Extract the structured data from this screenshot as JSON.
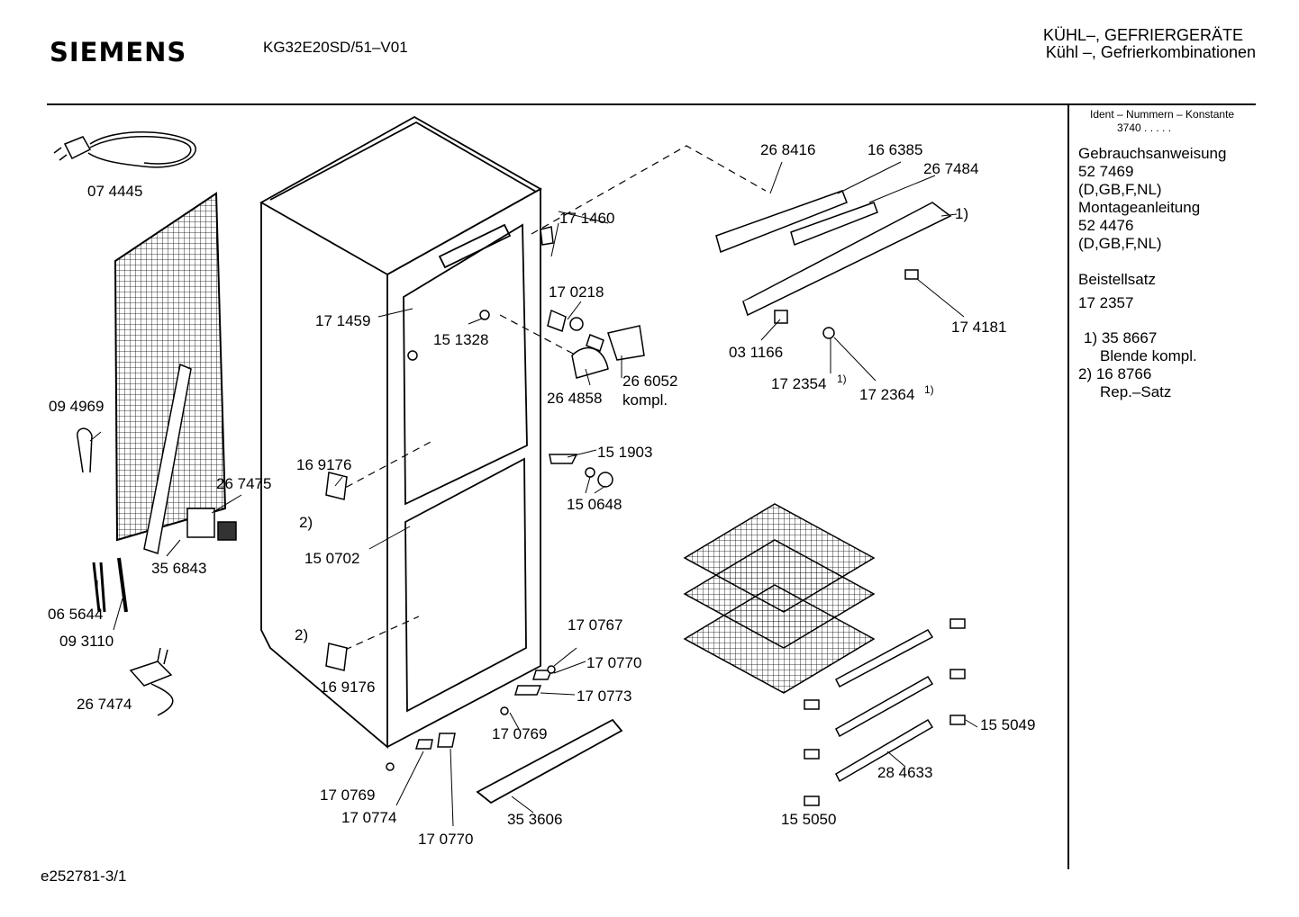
{
  "header": {
    "brand": "SIEMENS",
    "model": "KG32E20SD/51–V01",
    "title_line1": "KÜHL–, GEFRIERGERÄTE",
    "title_line2": "Kühl –, Gefrierkombinationen"
  },
  "sidebar": {
    "ident_header": "Ident – Nummern – Konstante",
    "konstante": "3740 . . . . .",
    "manual_label": "Gebrauchsanweisung",
    "manual_number": "52 7469",
    "manual_langs": "(D,GB,F,NL)",
    "install_label": "Montageanleitung",
    "install_number": "52 4476",
    "install_langs": "(D,GB,F,NL)",
    "kit_label": "Beistellsatz",
    "kit_number": "17 2357",
    "note1_num": "1) 35 8667",
    "note1_text": "Blende kompl.",
    "note2_num": "2) 16 8766",
    "note2_text": "Rep.–Satz"
  },
  "parts": {
    "p074445": "07 4445",
    "p094969": "09 4969",
    "p267475": "26 7475",
    "p356843": "35 6843",
    "p065644": "06 5644",
    "p093110": "09 3110",
    "p267474": "26 7474",
    "p169176a": "16 9176",
    "p169176b": "16 9176",
    "p150702": "15 0702",
    "p171459": "17 1459",
    "p151328": "15 1328",
    "p171460": "17 1460",
    "p170218": "17 0218",
    "p264858": "26 4858",
    "p266052": "26 6052",
    "kompl": "kompl.",
    "p151903": "15 1903",
    "p150648": "15 0648",
    "p170767": "17 0767",
    "p170770a": "17 0770",
    "p170773": "17 0773",
    "p170769a": "17 0769",
    "p170769b": "17 0769",
    "p170774": "17 0774",
    "p170770b": "17 0770",
    "p353606": "35 3606",
    "p268416": "26 8416",
    "p166385": "16 6385",
    "p267484": "26 7484",
    "ref1": "1)",
    "p031166": "03 1166",
    "p174181": "17 4181",
    "p172354": "17 2354",
    "p172364": "17 2364",
    "sup1a": "1)",
    "sup1b": "1)",
    "ref2a": "2)",
    "ref2b": "2)",
    "p155049": "15 5049",
    "p284633": "28 4633",
    "p155050": "15 5050"
  },
  "footer": {
    "doc_id": "e252781-3/1"
  }
}
